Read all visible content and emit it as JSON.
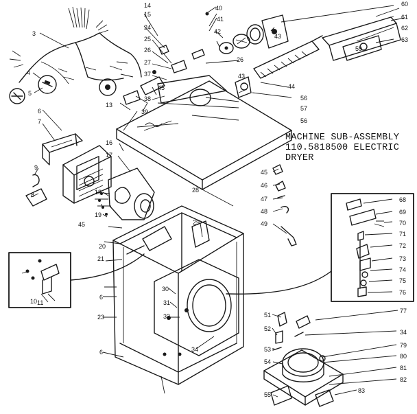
{
  "title": {
    "line1": "MACHINE SUB-ASSEMBLY",
    "line2": "110.5818500 ELECTRIC",
    "line3": "DRYER"
  },
  "callouts": [
    {
      "id": "c3",
      "label": "3"
    },
    {
      "id": "c4",
      "label": "4"
    },
    {
      "id": "c5",
      "label": "5"
    },
    {
      "id": "c6",
      "label": "6"
    },
    {
      "id": "c6b",
      "label": "6"
    },
    {
      "id": "c6c",
      "label": "6"
    },
    {
      "id": "c7",
      "label": "7"
    },
    {
      "id": "c8",
      "label": "8"
    },
    {
      "id": "c9",
      "label": "9"
    },
    {
      "id": "c10",
      "label": "10"
    },
    {
      "id": "c11",
      "label": "11"
    },
    {
      "id": "c13",
      "label": "13"
    },
    {
      "id": "c14",
      "label": "14"
    },
    {
      "id": "c15",
      "label": "15"
    },
    {
      "id": "c16",
      "label": "16"
    },
    {
      "id": "c17",
      "label": "17"
    },
    {
      "id": "c18",
      "label": "18"
    },
    {
      "id": "c19",
      "label": "19"
    },
    {
      "id": "c20",
      "label": "20"
    },
    {
      "id": "c21",
      "label": "21"
    },
    {
      "id": "c23",
      "label": "23"
    },
    {
      "id": "c24",
      "label": "24"
    },
    {
      "id": "c25",
      "label": "25"
    },
    {
      "id": "c26",
      "label": "26"
    },
    {
      "id": "c26b",
      "label": "26"
    },
    {
      "id": "c27",
      "label": "27"
    },
    {
      "id": "c28",
      "label": "28"
    },
    {
      "id": "c29",
      "label": "29"
    },
    {
      "id": "c30",
      "label": "30"
    },
    {
      "id": "c31",
      "label": "31"
    },
    {
      "id": "c32",
      "label": "32"
    },
    {
      "id": "c34",
      "label": "34"
    },
    {
      "id": "c34b",
      "label": "34"
    },
    {
      "id": "c37",
      "label": "37"
    },
    {
      "id": "c38",
      "label": "38"
    },
    {
      "id": "c39",
      "label": "39"
    },
    {
      "id": "c40",
      "label": "40"
    },
    {
      "id": "c41",
      "label": "41"
    },
    {
      "id": "c42",
      "label": "42"
    },
    {
      "id": "c43",
      "label": "43"
    },
    {
      "id": "c43b",
      "label": "43"
    },
    {
      "id": "c44",
      "label": "44"
    },
    {
      "id": "c45",
      "label": "45"
    },
    {
      "id": "c45b",
      "label": "45"
    },
    {
      "id": "c45c",
      "label": "45"
    },
    {
      "id": "c46",
      "label": "46"
    },
    {
      "id": "c47",
      "label": "47"
    },
    {
      "id": "c48",
      "label": "48"
    },
    {
      "id": "c49",
      "label": "49"
    },
    {
      "id": "c51",
      "label": "51"
    },
    {
      "id": "c52",
      "label": "52"
    },
    {
      "id": "c53",
      "label": "53"
    },
    {
      "id": "c54",
      "label": "54"
    },
    {
      "id": "c55",
      "label": "55"
    },
    {
      "id": "c56",
      "label": "56"
    },
    {
      "id": "c56b",
      "label": "56"
    },
    {
      "id": "c57",
      "label": "57"
    },
    {
      "id": "c59",
      "label": "59"
    },
    {
      "id": "c60",
      "label": "60"
    },
    {
      "id": "c61",
      "label": "61"
    },
    {
      "id": "c62",
      "label": "62"
    },
    {
      "id": "c63",
      "label": "63"
    },
    {
      "id": "c68",
      "label": "68"
    },
    {
      "id": "c69",
      "label": "69"
    },
    {
      "id": "c70",
      "label": "70"
    },
    {
      "id": "c71",
      "label": "71"
    },
    {
      "id": "c72",
      "label": "72"
    },
    {
      "id": "c73",
      "label": "73"
    },
    {
      "id": "c74",
      "label": "74"
    },
    {
      "id": "c75",
      "label": "75"
    },
    {
      "id": "c76",
      "label": "76"
    },
    {
      "id": "c77",
      "label": "77"
    },
    {
      "id": "c79",
      "label": "79"
    },
    {
      "id": "c80",
      "label": "80"
    },
    {
      "id": "c81",
      "label": "81"
    },
    {
      "id": "c82",
      "label": "82"
    },
    {
      "id": "c83",
      "label": "83"
    }
  ]
}
